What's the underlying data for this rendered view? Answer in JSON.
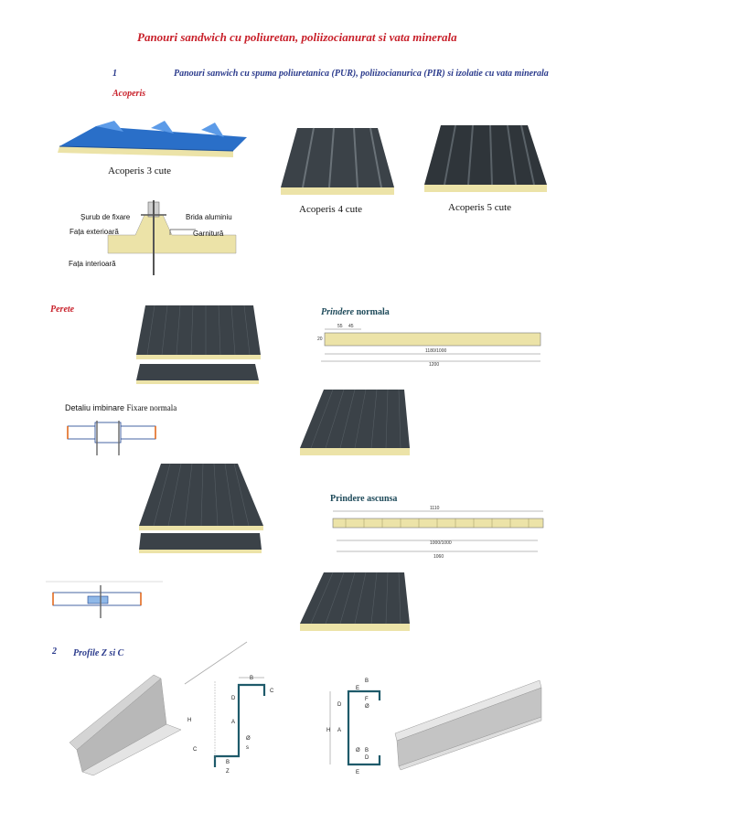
{
  "page_title": "Panouri sandwich cu poliuretan, poliizocianurat si vata minerala",
  "section1": {
    "number": "1",
    "title": "Panouri sanwich cu spuma poliuretanica (PUR), poliizocianurica (PIR) si izolatie cu vata minerala",
    "roof_heading": "Acoperis",
    "captions": [
      "Acoperis 3 cute",
      "Acoperis 4 cute",
      "Acoperis 5 cute"
    ],
    "detail_labels": {
      "screw": "Șurub de fixare",
      "bracket": "Brida aluminiu",
      "outer_face": "Fața exterioară",
      "gasket": "Garnitură",
      "inner_face": "Fața interioară"
    },
    "wall_heading": "Perete",
    "prindere_normala": {
      "italic": "Prindere",
      "rest": " normala"
    },
    "dims_normala": {
      "a": "55",
      "b": "45",
      "thick": "20",
      "inner": "1180/1000",
      "outer": "1200"
    },
    "detail_joint": {
      "prefix": "Detaliu imbinare ",
      "suffix": "Fixare normala"
    },
    "prindere_ascunsa": "Prindere ascunsa",
    "dims_ascunsa": {
      "top": "1110",
      "inner": "1000/1000",
      "outer": "1060"
    }
  },
  "section2": {
    "number": "2",
    "title": "Profile Z si C",
    "z_labels": {
      "B": "B",
      "C": "C",
      "D": "D",
      "H": "H",
      "A": "A",
      "O": "Ø",
      "s": "s",
      "C2": "C",
      "B2": "B",
      "z": "Z"
    },
    "c_labels": {
      "B": "B",
      "E": "E",
      "D": "D",
      "F": "F",
      "O": "Ø",
      "H": "H",
      "A": "A",
      "O2": "Ø",
      "B2": "B",
      "D2": "D",
      "E2": "E"
    }
  },
  "colors": {
    "title_red": "#c8202a",
    "heading_blue": "#2a3a8c",
    "teal": "#1e4a5a",
    "panel_dark": "#3b4248",
    "foam": "#ece3a8",
    "roof_blue": "#2a6fc8"
  }
}
